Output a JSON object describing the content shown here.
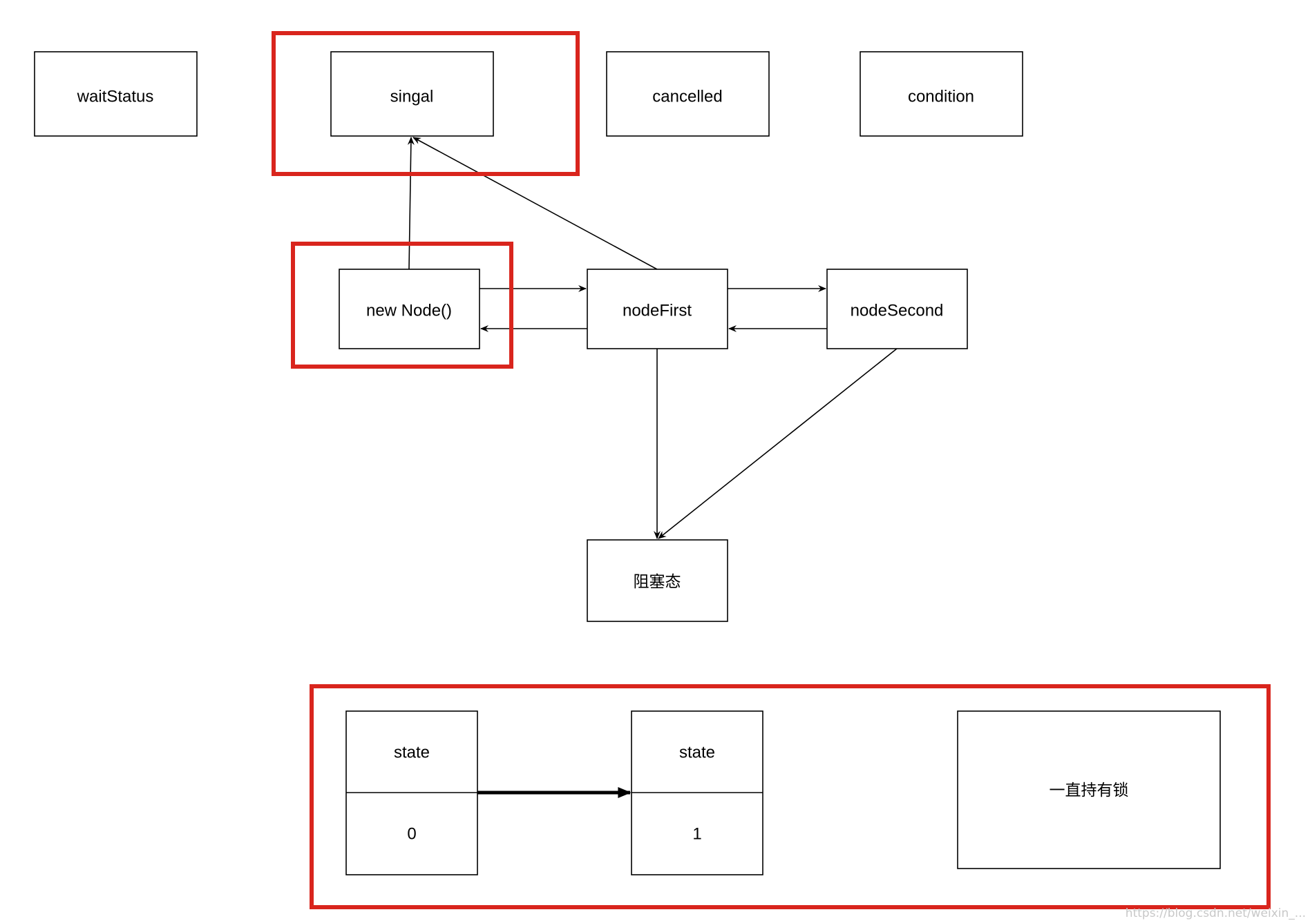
{
  "nodes": {
    "wait_status": "waitStatus",
    "singal": "singal",
    "cancelled": "cancelled",
    "condition": "condition",
    "new_node": "new Node()",
    "node_first": "nodeFirst",
    "node_second": "nodeSecond",
    "blocked": "阻塞态"
  },
  "state_boxes": {
    "left": {
      "header": "state",
      "value": "0"
    },
    "right": {
      "header": "state",
      "value": "1"
    },
    "lock_note": "一直持有锁"
  },
  "colors": {
    "highlight": "#d9251d",
    "stroke": "#000000"
  },
  "watermark": "https://blog.csdn.net/weixin_..."
}
